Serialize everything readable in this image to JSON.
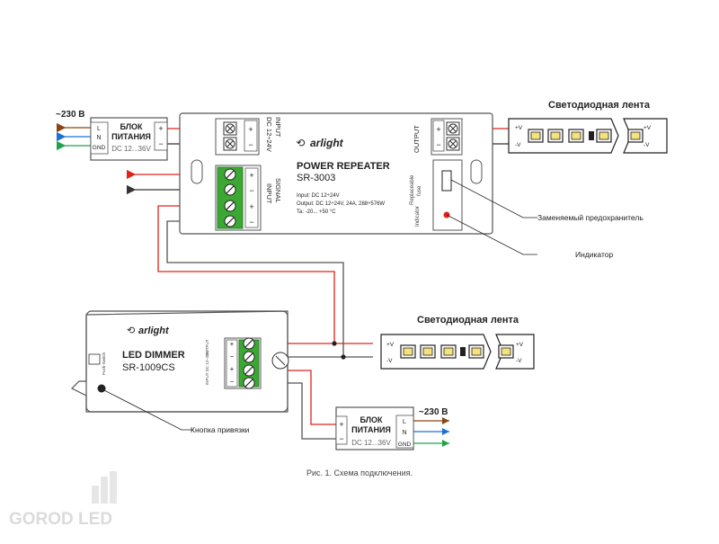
{
  "repeater": {
    "brand": "arlight",
    "title": "POWER REPEATER",
    "model": "SR-3003",
    "spec_input": "Input: DC 12÷24V",
    "spec_output": "Output: DC 12÷24V, 24A, 288÷576W",
    "spec_temp": "Ta: -20... +50 °C",
    "input_label_1": "INPUT",
    "input_label_2": "DC 12÷24V",
    "signal_label_1": "SIGNAL",
    "signal_label_2": "INPUT",
    "output_label": "OUTPUT",
    "fuse_label_1": "Replaceable",
    "fuse_label_2": "fuse",
    "indicator_label": "Indicator",
    "plus": "+",
    "minus": "−"
  },
  "psu_top": {
    "voltage": "~230 В",
    "title_1": "БЛОК",
    "title_2": "ПИТАНИЯ",
    "output": "DC 12...36V",
    "pin_l": "L",
    "pin_n": "N",
    "pin_gnd": "GND",
    "plus": "+",
    "minus": "−"
  },
  "psu_bottom": {
    "voltage": "~230 В",
    "title_1": "БЛОК",
    "title_2": "ПИТАНИЯ",
    "output": "DC 12...36V",
    "pin_l": "L",
    "pin_n": "N",
    "pin_gnd": "GND",
    "plus": "+",
    "minus": "−"
  },
  "dimmer": {
    "brand": "arlight",
    "title": "LED DIMMER",
    "model": "SR-1009CS",
    "push_switch": "Push-Switch",
    "output_label": "OUTPUT",
    "input_label": "INPUT DC 12~24V",
    "plus": "+",
    "minus": "−"
  },
  "strip_top": {
    "title": "Светодиодная лента",
    "plus_v": "+V",
    "minus_v": "-V"
  },
  "strip_middle": {
    "title": "Светодиодная лента",
    "plus_v": "+V",
    "minus_v": "-V"
  },
  "callouts": {
    "fuse": "Заменяемый предохранитель",
    "indicator": "Индикатор",
    "button": "Кнопка привязки"
  },
  "caption": "Рис. 1. Схема подключения.",
  "watermark": "GOROD LED",
  "colors": {
    "wire_red": "#e2231a",
    "wire_black": "#333333",
    "wire_brown": "#8b4513",
    "wire_blue": "#1e6fd9",
    "wire_green": "#1fa34a",
    "terminal_green": "#3aa832",
    "outline": "#555555"
  }
}
